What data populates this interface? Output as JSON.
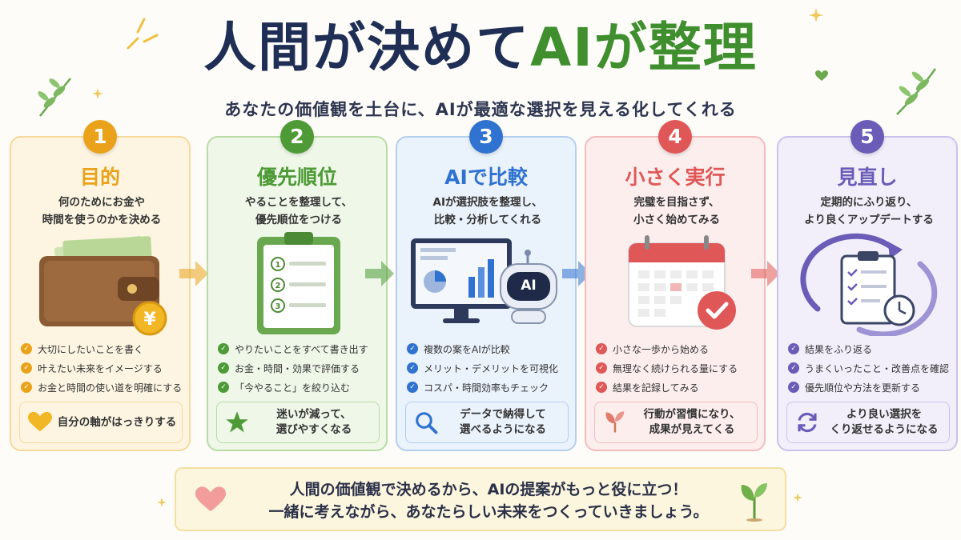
{
  "title": {
    "part1": "人間が決めて",
    "part2": "AIが整理"
  },
  "subtitle": "あなたの価値観を土台に、AIが最適な選択を見える化してくれる",
  "steps": [
    {
      "number": "1",
      "title": "目的",
      "desc": [
        "何のためにお金や",
        "時間を使うのかを決める"
      ],
      "checks": [
        "大切にしたいことを書く",
        "叶えたい未来をイメージする",
        "お金と時間の使い道を明確にする"
      ],
      "result": [
        "自分の軸がはっきりする"
      ],
      "color": "#eaa21a",
      "bg": "#fdf5e2",
      "border": "#f6d99b",
      "illustration": "wallet-yen-icon",
      "result_icon": "heart-icon"
    },
    {
      "number": "2",
      "title": "優先順位",
      "desc": [
        "やることを整理して、",
        "優先順位をつける"
      ],
      "checks": [
        "やりたいことをすべて書き出す",
        "お金・時間・効果で評価する",
        "「今やること」を絞り込む"
      ],
      "result": [
        "迷いが減って、",
        "選びやすくなる"
      ],
      "color": "#4d9a36",
      "bg": "#eef7e8",
      "border": "#b9dca6",
      "illustration": "clipboard-list-icon",
      "result_icon": "star-icon"
    },
    {
      "number": "3",
      "title": "AIで比較",
      "desc": [
        "AIが選択肢を整理し、",
        "比較・分析してくれる"
      ],
      "checks": [
        "複数の案をAIが比較",
        "メリット・デメリットを可視化",
        "コスパ・時間効率もチェック"
      ],
      "result": [
        "データで納得して",
        "選べるようになる"
      ],
      "color": "#2f72d0",
      "bg": "#eaf2fc",
      "border": "#b5cfef",
      "illustration": "monitor-robot-icon",
      "result_icon": "magnifier-icon",
      "robot_label": "AI"
    },
    {
      "number": "4",
      "title": "小さく実行",
      "desc": [
        "完璧を目指さず、",
        "小さく始めてみる"
      ],
      "checks": [
        "小さな一歩から始める",
        "無理なく続けられる量にする",
        "結果を記録してみる"
      ],
      "result": [
        "行動が習慣になり、",
        "成果が見えてくる"
      ],
      "color": "#e05757",
      "bg": "#fdeeee",
      "border": "#f2bcbc",
      "illustration": "calendar-check-icon",
      "result_icon": "sprout-icon"
    },
    {
      "number": "5",
      "title": "見直し",
      "desc": [
        "定期的にふり返り、",
        "より良くアップデートする"
      ],
      "checks": [
        "結果をふり返る",
        "うまくいったこと・改善点を確認",
        "優先順位や方法を更新する"
      ],
      "result": [
        "より良い選択を",
        "くり返せるようになる"
      ],
      "color": "#6b5cb8",
      "bg": "#f2effb",
      "border": "#cbc3eb",
      "illustration": "cycle-clipboard-clock-icon",
      "result_icon": "refresh-icon"
    }
  ],
  "banner": {
    "line1": "人間の価値観で決めるから、AIの提案がもっと役に立つ！",
    "line2": "一緒に考えながら、あなたらしい未来をつくっていきましょう。"
  }
}
